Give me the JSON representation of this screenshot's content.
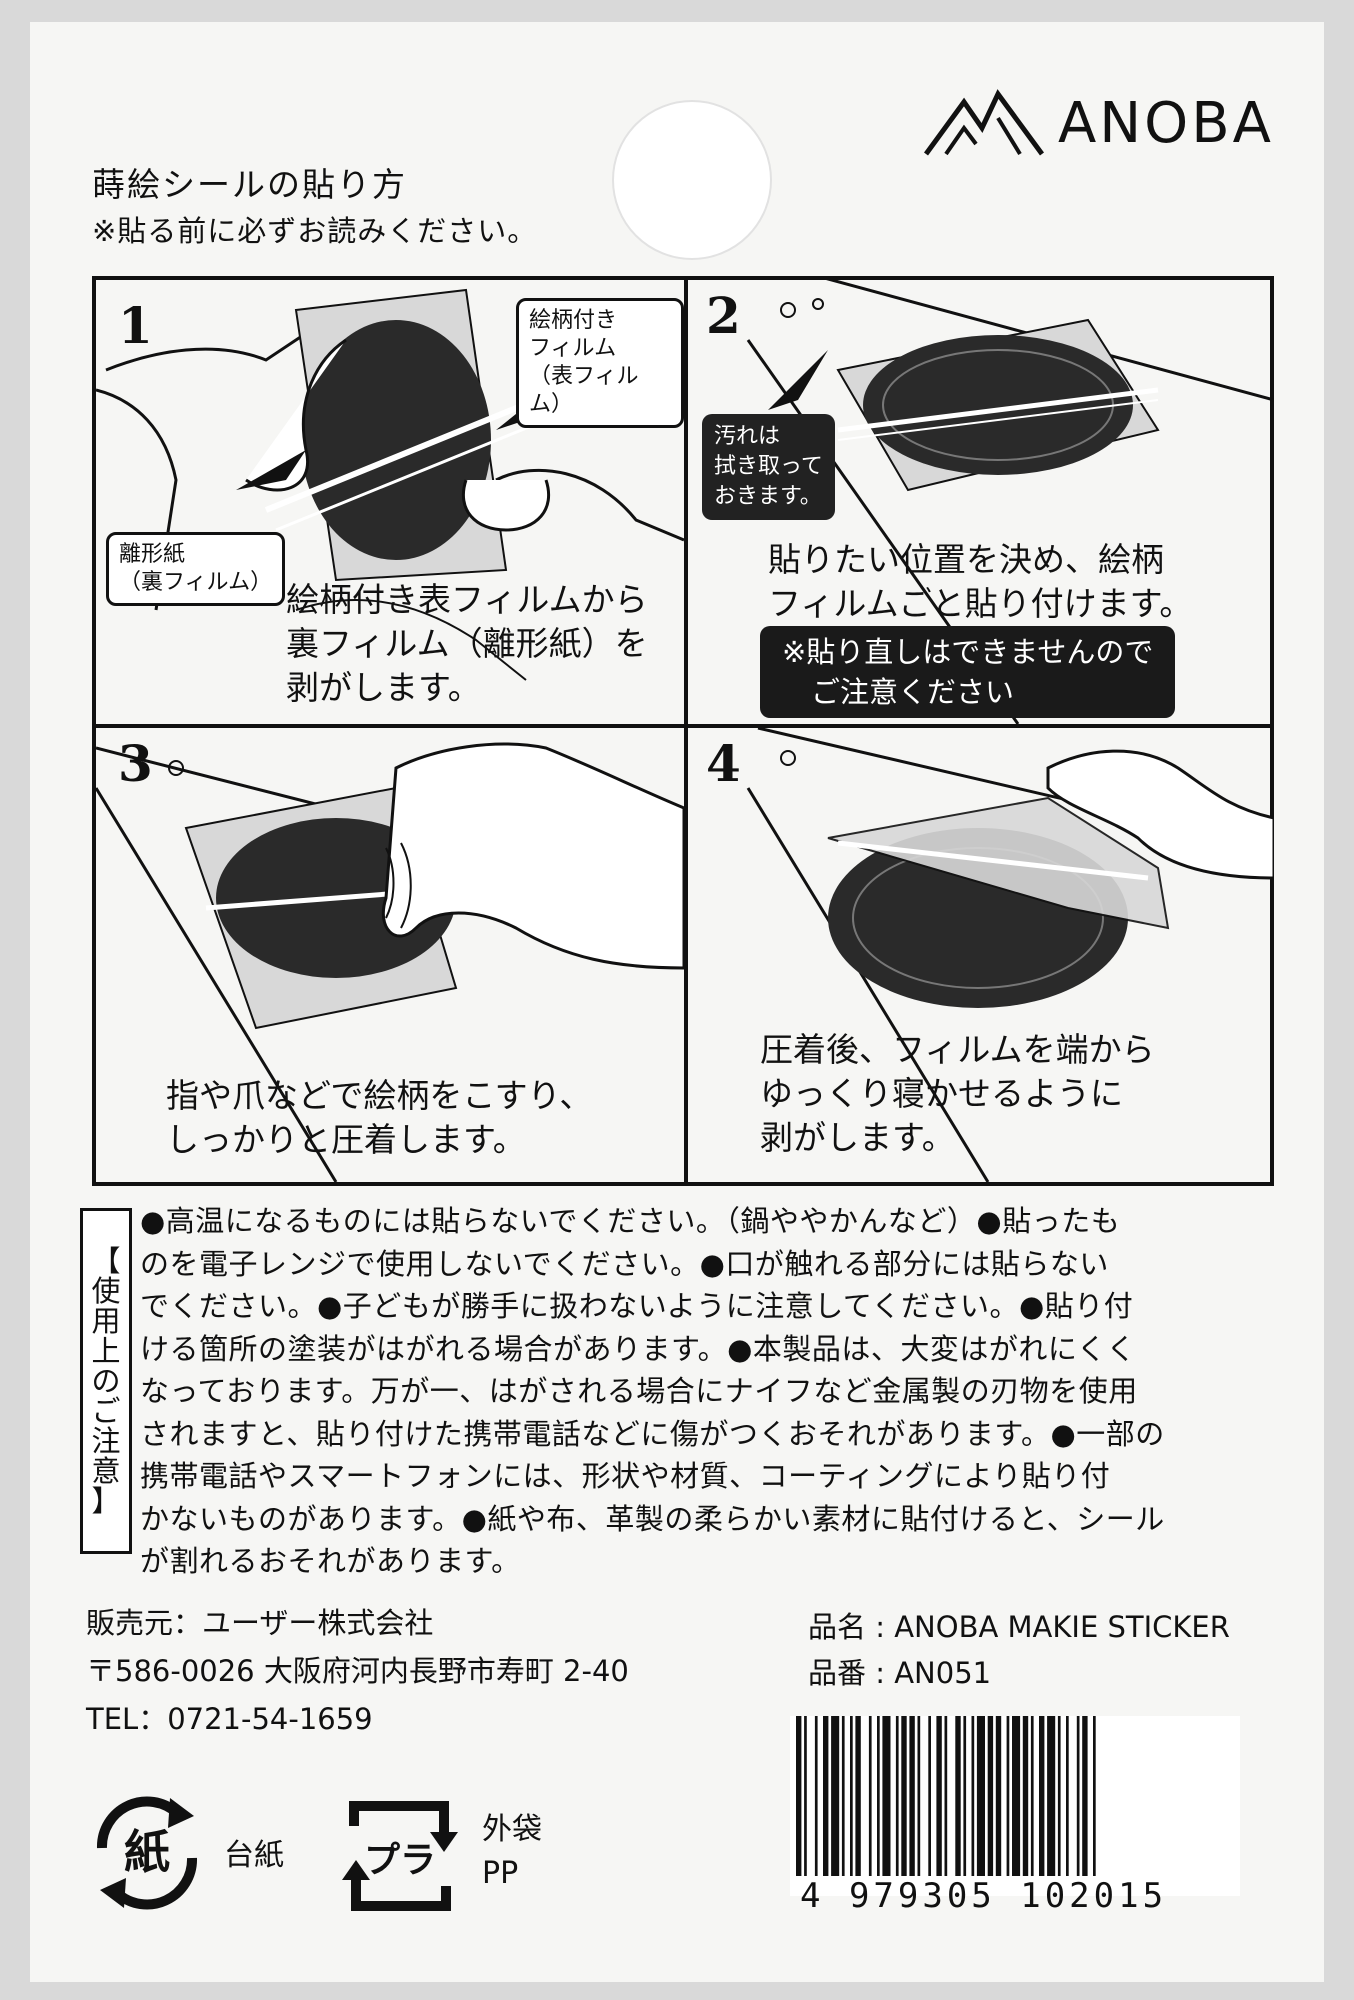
{
  "brand": {
    "name": "ANOBA"
  },
  "header": {
    "title": "蒔絵シールの貼り方",
    "subtitle": "※貼る前に必ずお読みください。"
  },
  "steps": [
    {
      "number": "1",
      "callouts": [
        "絵柄付き\nフィルム\n（表フィルム）",
        "離形紙\n（裏フィルム）"
      ],
      "text": "絵柄付き表フィルムから\n裏フィルム（離形紙）を\n剥がします。"
    },
    {
      "number": "2",
      "callouts": [
        "汚れは\n拭き取って\nおきます。"
      ],
      "text": "貼りたい位置を決め、絵柄\nフィルムごと貼り付けます。",
      "note": "※貼り直しはできませんので\n　ご注意ください"
    },
    {
      "number": "3",
      "text": "指や爪などで絵柄をこすり、\nしっかりと圧着します。"
    },
    {
      "number": "4",
      "text": "圧着後、フィルムを端から\nゆっくり寝かせるように\n剥がします。"
    }
  ],
  "caution": {
    "heading": [
      "【",
      "使",
      "用",
      "上",
      "の",
      "ご",
      "注",
      "意",
      "】"
    ],
    "body": "●高温になるものには貼らないでください。（鍋ややかんなど）●貼ったも\nのを電子レンジで使用しないでください。●口が触れる部分には貼らない\nでください。●子どもが勝手に扱わないように注意してください。●貼り付\nける箇所の塗装がはがれる場合があります。●本製品は、大変はがれにくく\nなっております。万が一、はがされる場合にナイフなど金属製の刃物を使用\nされますと、貼り付けた携帯電話などに傷がつくおそれがあります。●一部の\n携帯電話やスマートフォンには、形状や材質、コーティングにより貼り付\nかないものがあります。●紙や布、革製の柔らかい素材に貼付けると、シール\nが割れるおそれがあります。"
  },
  "seller": {
    "line1": "販売元：ユーザー株式会社",
    "line2": "〒586-0026 大阪府河内長野市寿町 2-40",
    "line3": "TEL：0721-54-1659"
  },
  "product": {
    "name": "品名 : ANOBA MAKIE STICKER",
    "code": "品番 : AN051"
  },
  "barcode": {
    "digits": "4  979305  102015"
  },
  "recycle": {
    "paper_symbol": "紙",
    "paper_label": "台紙",
    "plastic_symbol": "プラ",
    "plastic_label1": "外袋",
    "plastic_label2": "PP"
  }
}
